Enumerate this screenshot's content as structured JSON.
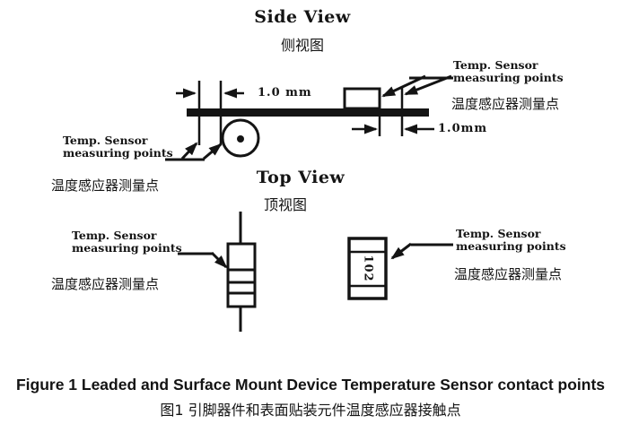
{
  "figure": {
    "side_view": {
      "title": "Side View",
      "title_zh": "侧视图",
      "gap_dimension": "1.0 mm",
      "standoff_dimension": "1.0mm"
    },
    "top_view": {
      "title": "Top View",
      "title_zh": "顶视图",
      "smd_marking": "102"
    },
    "sensor_label": {
      "line1": "Temp. Sensor",
      "line2": "measuring points",
      "zh": "温度感应器测量点"
    },
    "caption": {
      "en": "Figure 1 Leaded and Surface Mount Device Temperature Sensor contact points",
      "zh": "图1 引脚器件和表面贴装元件温度感应器接触点"
    }
  }
}
